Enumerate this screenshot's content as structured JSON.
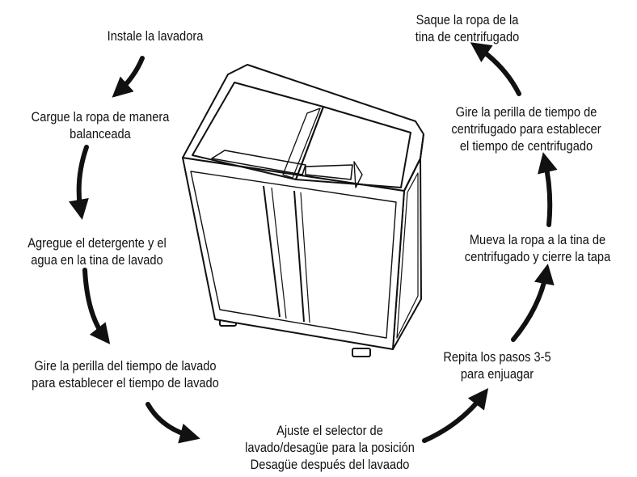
{
  "steps": [
    {
      "lines": [
        "Instale la lavadora"
      ]
    },
    {
      "lines": [
        "Cargue la ropa de manera",
        "balanceada"
      ]
    },
    {
      "lines": [
        "Agregue el detergente y el",
        "agua en la tina de lavado"
      ]
    },
    {
      "lines": [
        "Gire la perilla del tiempo de lavado",
        "para establecer el tiempo de lavado"
      ]
    },
    {
      "lines": [
        "Ajuste el selector de",
        "lavado/desagüe para la posición",
        "Desagüe después del lavaado"
      ]
    },
    {
      "lines": [
        "Repita los pasos 3-5",
        "para enjuagar"
      ]
    },
    {
      "lines": [
        "Mueva la ropa a la tina de",
        "centrifugado y cierre la tapa"
      ]
    },
    {
      "lines": [
        "Gire la perilla de tiempo de",
        "centrifugado para establecer",
        "el tiempo de centrifugado"
      ]
    },
    {
      "lines": [
        "Saque la ropa de la",
        "tina de centrifugado"
      ]
    }
  ],
  "colors": {
    "ink": "#111111",
    "background": "#ffffff"
  },
  "illustration": "twin-tub-washing-machine"
}
